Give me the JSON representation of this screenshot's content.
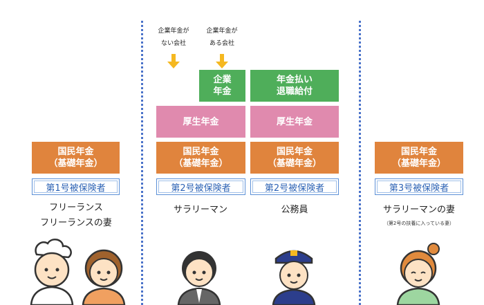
{
  "notes": {
    "no_company": [
      "企業年金が",
      "ない会社"
    ],
    "with_company": [
      "企業年金が",
      "ある会社"
    ]
  },
  "boxes": {
    "kokumin": "国民年金\n（基礎年金）",
    "kosei": "厚生年金",
    "kigyo": "企業\n年金",
    "taishoku": "年金払い\n退職給付"
  },
  "columns": [
    {
      "label": "第1号被保険者",
      "caption": [
        "フリーランス",
        "フリーランスの妻"
      ]
    },
    {
      "label": "第2号被保険者",
      "caption": [
        "サラリーマン"
      ]
    },
    {
      "label": "第2号被保険者",
      "caption": [
        "公務員"
      ]
    },
    {
      "label": "第3号被保険者",
      "caption": [
        "サラリーマンの妻"
      ],
      "subcaption": "（第2号の扶養に入っている妻）"
    }
  ],
  "colors": {
    "orange": "#e0843d",
    "pink": "#e08aae",
    "green": "#4fae5a",
    "blue": "#4a72c9",
    "arrow": "#f5b820"
  }
}
